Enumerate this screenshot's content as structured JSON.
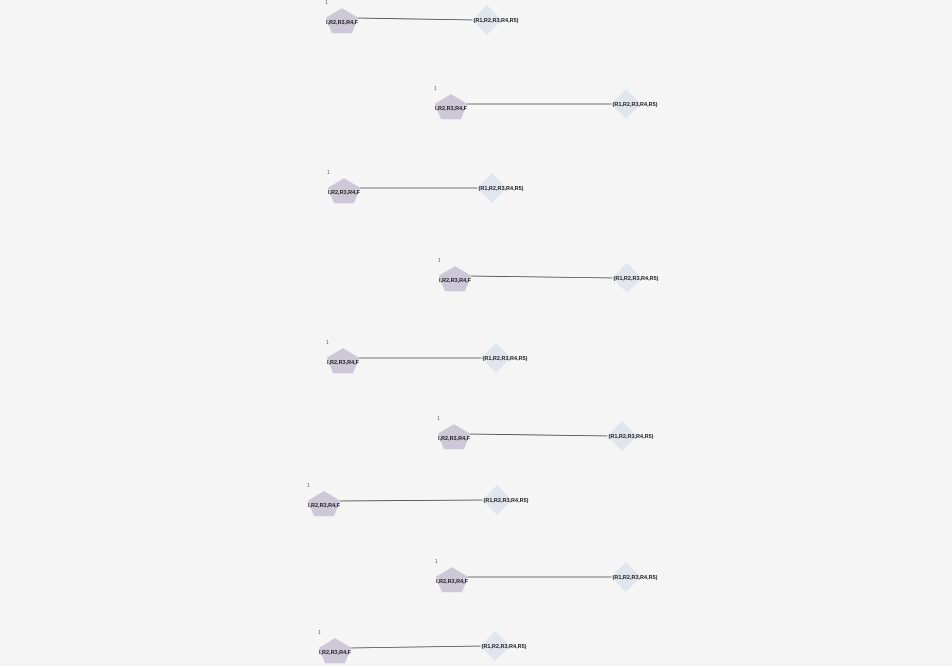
{
  "colors": {
    "background": "#f5f5f5",
    "pentagon_fill": "#ccc8d8",
    "diamond_fill": "#e1e6ee",
    "edge": "#444444"
  },
  "pairs": [
    {
      "pentagon": {
        "label": "I,R2,R3,R4,F",
        "marker": "1"
      },
      "diamond": {
        "label": "(R1,R2,R3,R4,R5)"
      }
    },
    {
      "pentagon": {
        "label": "I,R2,R3,R4,F",
        "marker": "1"
      },
      "diamond": {
        "label": "(R1,R2,R3,R4,R5)"
      }
    },
    {
      "pentagon": {
        "label": "I,R2,R3,R4,F",
        "marker": "1"
      },
      "diamond": {
        "label": "(R1,R2,R3,R4,R5)"
      }
    },
    {
      "pentagon": {
        "label": "I,R2,R3,R4,F",
        "marker": "1"
      },
      "diamond": {
        "label": "(R1,R2,R3,R4,R5)"
      }
    },
    {
      "pentagon": {
        "label": "I,R2,R3,R4,F",
        "marker": "1"
      },
      "diamond": {
        "label": "(R1,R2,R3,R4,R5)"
      }
    },
    {
      "pentagon": {
        "label": "I,R2,R3,R4,F",
        "marker": "1"
      },
      "diamond": {
        "label": "(R1,R2,R3,R4,R5)"
      }
    },
    {
      "pentagon": {
        "label": "I,R2,R3,R4,F",
        "marker": "1"
      },
      "diamond": {
        "label": "(R1,R2,R3,R4,R5)"
      }
    },
    {
      "pentagon": {
        "label": "I,R2,R3,R4,F",
        "marker": "1"
      },
      "diamond": {
        "label": "(R1,R2,R3,R4,R5)"
      }
    },
    {
      "pentagon": {
        "label": "I,R2,R3,R4,F",
        "marker": "1"
      },
      "diamond": {
        "label": "(R1,R2,R3,R4,R5)"
      }
    }
  ]
}
